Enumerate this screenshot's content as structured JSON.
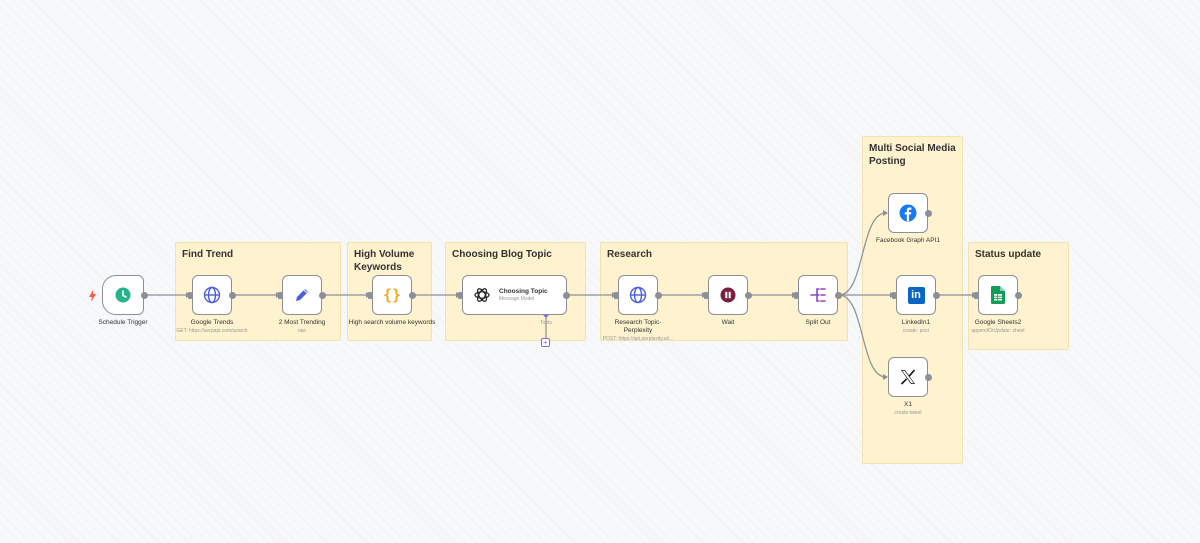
{
  "stickies": {
    "find_trend": "Find Trend",
    "high_volume": "High Volume Keywords",
    "blog_topic": "Choosing Blog Topic",
    "research": "Research",
    "social": "Multi Social Media Posting",
    "status": "Status update"
  },
  "nodes": {
    "schedule": {
      "label": "Schedule Trigger"
    },
    "google_trends": {
      "label": "Google Trends",
      "sub": "GET: https://serpapi.com/search"
    },
    "two_most": {
      "label": "2 Most Trending",
      "sub": "raw"
    },
    "high_search": {
      "label": "High search volume keywords"
    },
    "choosing_topic": {
      "label": "Choosing Topic",
      "sub": "Message Model",
      "tools": "Tools",
      "plus": "+"
    },
    "research_topic": {
      "label": "Research Topic- Perplexity",
      "sub": "POST: https://api.perplexity.ai/..."
    },
    "wait": {
      "label": "Wait"
    },
    "split_out": {
      "label": "Split Out"
    },
    "facebook": {
      "label": "Facebook Graph API1"
    },
    "linkedin": {
      "label": "LinkedIn1",
      "sub": "create: post",
      "logo": "in"
    },
    "x1": {
      "label": "X1",
      "sub": "create:tweet"
    },
    "sheets": {
      "label": "Google Sheets2",
      "sub": "appendOrUpdate: sheet"
    }
  },
  "icons": {
    "trigger": "lightning-icon",
    "schedule": "clock-icon",
    "globe": "globe-icon",
    "pencil": "pencil-icon",
    "code": "code-braces-icon",
    "openai": "openai-icon",
    "pause": "pause-icon",
    "split": "split-icon",
    "facebook": "facebook-icon",
    "linkedin": "linkedin-icon",
    "x": "x-icon",
    "sheets": "google-sheets-icon"
  },
  "colors": {
    "sticky_bg": "#fff2cf",
    "schedule": "#26b38c",
    "globe": "#4a5fd9",
    "pencil": "#4a5fd9",
    "code": "#f5a623",
    "pause": "#7a1f3d",
    "split": "#8b45c7",
    "facebook": "#1877f2",
    "linkedin": "#0a66c2",
    "sheets": "#0f9d58",
    "trigger": "#ff5a47"
  }
}
